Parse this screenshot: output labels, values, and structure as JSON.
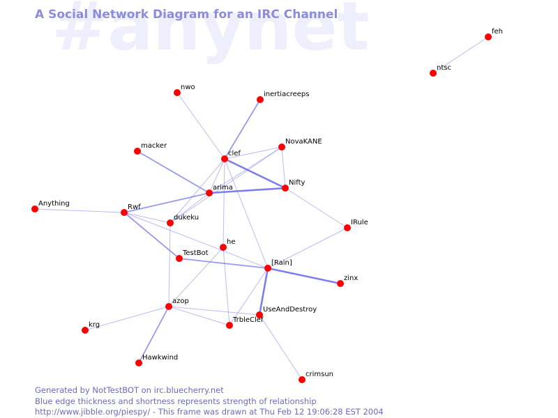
{
  "watermark": "#anynet",
  "title": "A Social Network Diagram for an IRC Channel",
  "colors": {
    "edge": "#7777ee",
    "node": "#ff0000",
    "label": "#000000",
    "title": "#8c8cdc",
    "watermark": "#eeeefc",
    "footer": "#6a6ac0"
  },
  "nodes": [
    {
      "id": "feh",
      "label": "feh"
    },
    {
      "id": "ntsc",
      "label": "ntsc"
    },
    {
      "id": "nwo",
      "label": "nwo"
    },
    {
      "id": "inertiacreeps",
      "label": "inertiacreeps"
    },
    {
      "id": "macker",
      "label": "macker"
    },
    {
      "id": "NovaKANE",
      "label": "NovaKANE"
    },
    {
      "id": "clef",
      "label": "clef"
    },
    {
      "id": "Nifty",
      "label": "Nifty"
    },
    {
      "id": "arima",
      "label": "arima"
    },
    {
      "id": "Anything",
      "label": "Anything"
    },
    {
      "id": "Rwf",
      "label": "Rwf"
    },
    {
      "id": "dukeku",
      "label": "dukeku"
    },
    {
      "id": "IRule",
      "label": "IRule"
    },
    {
      "id": "he",
      "label": "he"
    },
    {
      "id": "TestBot",
      "label": "TestBot"
    },
    {
      "id": "IRain",
      "label": "[Rain]"
    },
    {
      "id": "zinx",
      "label": "zinx"
    },
    {
      "id": "azop",
      "label": "azop"
    },
    {
      "id": "UseAndDestroy",
      "label": "UseAndDestroy"
    },
    {
      "id": "krg",
      "label": "krg"
    },
    {
      "id": "TrbleClef",
      "label": "TrbleClef"
    },
    {
      "id": "Hawkwind",
      "label": "Hawkwind"
    },
    {
      "id": "crimsun",
      "label": "crimsun"
    }
  ],
  "edges": [
    {
      "source": "feh",
      "target": "ntsc",
      "weight": 1
    },
    {
      "source": "nwo",
      "target": "clef",
      "weight": 1
    },
    {
      "source": "inertiacreeps",
      "target": "clef",
      "weight": 2
    },
    {
      "source": "macker",
      "target": "arima",
      "weight": 2
    },
    {
      "source": "clef",
      "target": "NovaKANE",
      "weight": 1
    },
    {
      "source": "clef",
      "target": "Nifty",
      "weight": 3
    },
    {
      "source": "clef",
      "target": "arima",
      "weight": 1
    },
    {
      "source": "clef",
      "target": "dukeku",
      "weight": 1
    },
    {
      "source": "clef",
      "target": "he",
      "weight": 1
    },
    {
      "source": "clef",
      "target": "IRain",
      "weight": 1
    },
    {
      "source": "NovaKANE",
      "target": "Nifty",
      "weight": 1
    },
    {
      "source": "NovaKANE",
      "target": "arima",
      "weight": 1
    },
    {
      "source": "NovaKANE",
      "target": "dukeku",
      "weight": 1
    },
    {
      "source": "arima",
      "target": "Nifty",
      "weight": 3
    },
    {
      "source": "arima",
      "target": "Rwf",
      "weight": 2
    },
    {
      "source": "arima",
      "target": "dukeku",
      "weight": 1
    },
    {
      "source": "Nifty",
      "target": "IRule",
      "weight": 1
    },
    {
      "source": "Anything",
      "target": "Rwf",
      "weight": 1
    },
    {
      "source": "Rwf",
      "target": "dukeku",
      "weight": 1
    },
    {
      "source": "Rwf",
      "target": "TestBot",
      "weight": 2
    },
    {
      "source": "Rwf",
      "target": "IRain",
      "weight": 1
    },
    {
      "source": "dukeku",
      "target": "azop",
      "weight": 1
    },
    {
      "source": "IRule",
      "target": "IRain",
      "weight": 1
    },
    {
      "source": "he",
      "target": "azop",
      "weight": 1
    },
    {
      "source": "he",
      "target": "TrbleClef",
      "weight": 1
    },
    {
      "source": "TestBot",
      "target": "IRain",
      "weight": 2
    },
    {
      "source": "IRain",
      "target": "zinx",
      "weight": 3
    },
    {
      "source": "IRain",
      "target": "UseAndDestroy",
      "weight": 3
    },
    {
      "source": "IRain",
      "target": "TrbleClef",
      "weight": 1
    },
    {
      "source": "azop",
      "target": "UseAndDestroy",
      "weight": 1
    },
    {
      "source": "azop",
      "target": "TrbleClef",
      "weight": 1
    },
    {
      "source": "azop",
      "target": "krg",
      "weight": 1
    },
    {
      "source": "azop",
      "target": "Hawkwind",
      "weight": 2
    },
    {
      "source": "UseAndDestroy",
      "target": "crimsun",
      "weight": 1
    }
  ],
  "footer": {
    "line1": "Generated by NotTestBOT on irc.bluecherry.net",
    "line2": "Blue edge thickness and shortness represents strength of relationship",
    "line3": "http://www.jibble.org/piespy/ - This frame was drawn at Thu Feb 12 19:06:28 EST 2004"
  }
}
